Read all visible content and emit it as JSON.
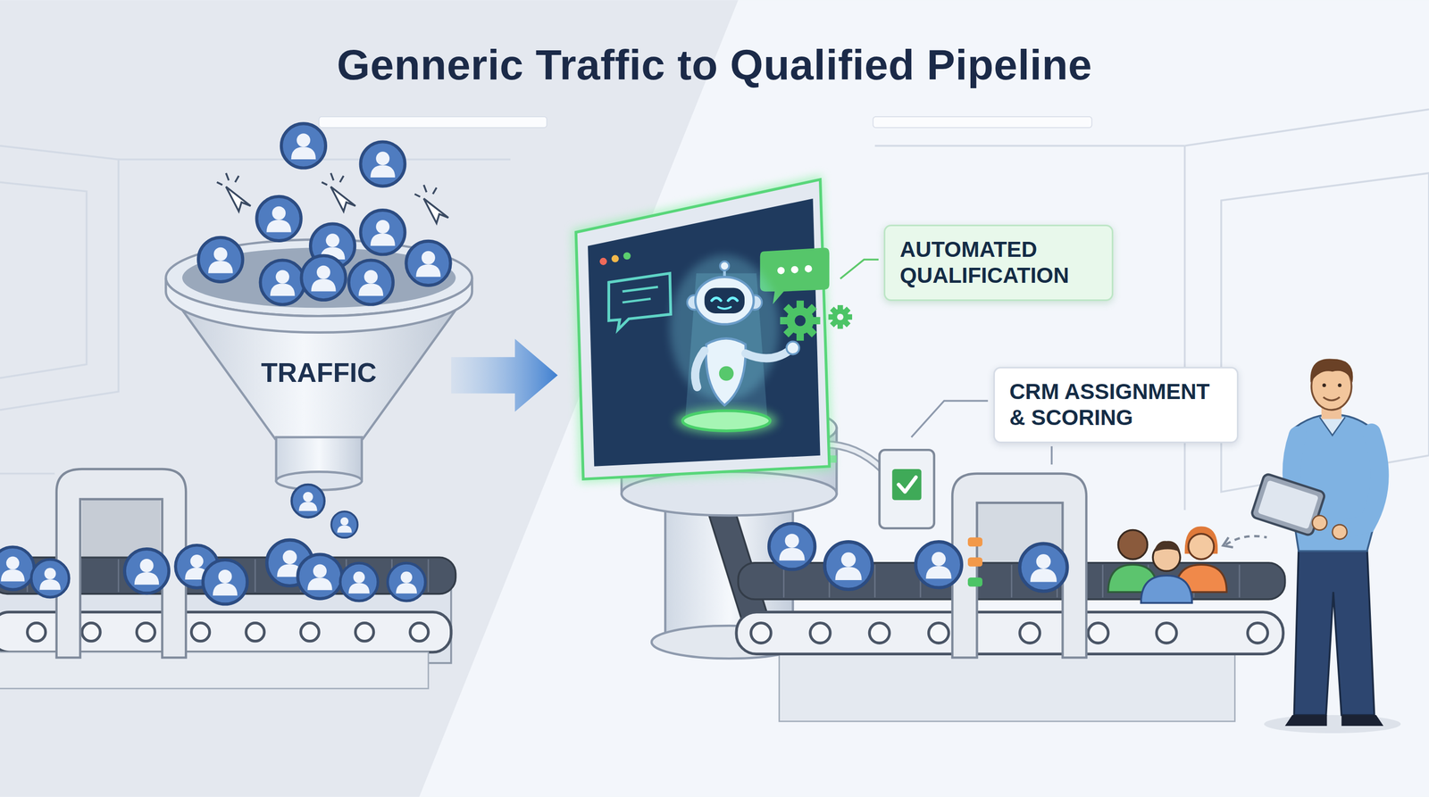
{
  "diagram": {
    "title": "Genneric Traffic to Qualified Pipeline",
    "nodes": [
      {
        "text": [
          "TRAFFIC"
        ]
      },
      {
        "text": [
          "AUTOMATED QUALIFICATION"
        ]
      },
      {
        "text": [
          "CRM ASSIGNMENT & SCORING"
        ]
      }
    ]
  }
}
